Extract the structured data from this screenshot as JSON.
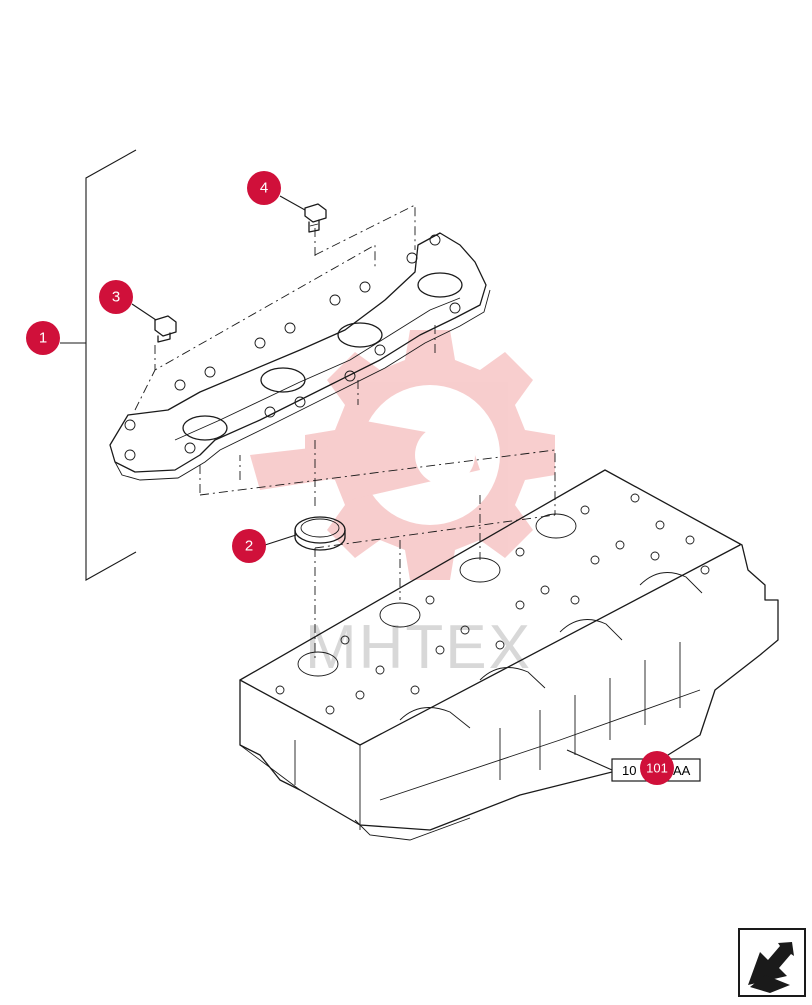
{
  "callouts": [
    {
      "label": "1",
      "part": "injector-rail-assembly"
    },
    {
      "label": "2",
      "part": "seal-ring"
    },
    {
      "label": "3",
      "part": "plug"
    },
    {
      "label": "4",
      "part": "bolt"
    },
    {
      "label": "101",
      "part": "cylinder-head-reference"
    }
  ],
  "reference_box": {
    "text": "10",
    "text_suffix": "AA"
  },
  "watermark": {
    "text": "MHTEX"
  },
  "colors": {
    "callout": "#d0103a",
    "line": "#1a1a1a",
    "watermark": "#f2a5a5",
    "watermark_text": "#d8d8d8"
  },
  "icons": [
    "next-page-arrow-icon"
  ]
}
